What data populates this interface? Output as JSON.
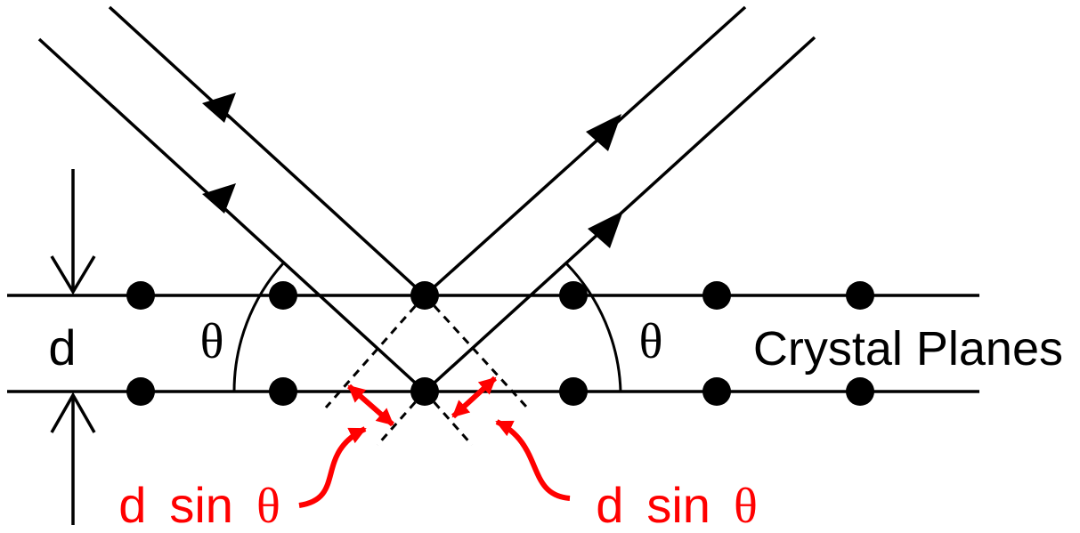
{
  "labels": {
    "spacing": "d",
    "angle_left": "θ",
    "angle_right": "θ",
    "planes": "Crystal Planes",
    "path_left": {
      "d": "d",
      "sin": "sin",
      "theta": "θ"
    },
    "path_right": {
      "d": "d",
      "sin": "sin",
      "theta": "θ"
    }
  },
  "colors": {
    "ink": "#000000",
    "highlight": "#ff0000",
    "background": "#ffffff"
  },
  "atoms": {
    "upper_plane_count": 6,
    "lower_plane_count": 6
  },
  "icons": {
    "incident_ray_arrow": "arrowhead-down-right",
    "reflected_ray_arrow": "arrowhead-up-right",
    "spacing_arrows": "arrow-down / arrow-up",
    "path_difference_markers": "double-headed-arrow"
  }
}
